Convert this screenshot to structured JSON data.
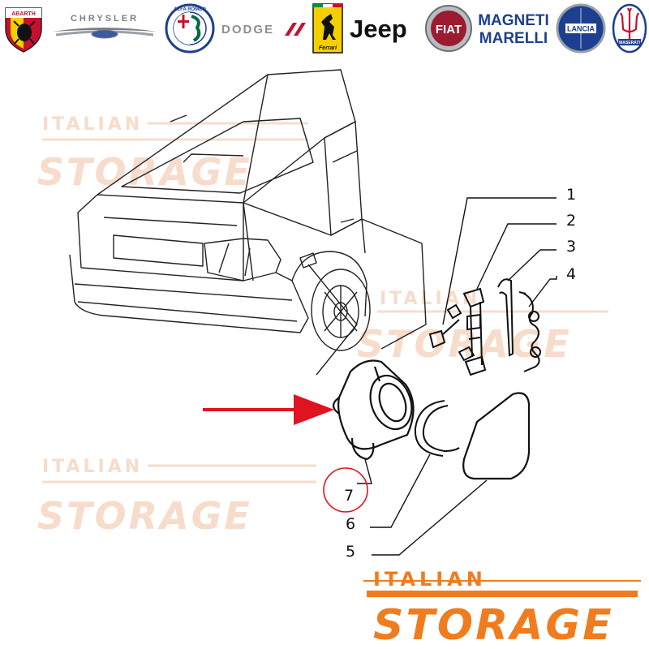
{
  "brands": [
    {
      "name": "abarth-logo",
      "label": "ABARTH",
      "color": "#c8102e"
    },
    {
      "name": "chrysler-logo",
      "label": "CHRYSLER",
      "color": "#7a7f86"
    },
    {
      "name": "alfa-romeo-logo",
      "label": "ALFA ROMEO",
      "color": "#006b3f"
    },
    {
      "name": "dodge-logo",
      "label": "DODGE",
      "color": "#8a8f96"
    },
    {
      "name": "ferrari-logo",
      "label": "Ferrari",
      "color": "#f5d000"
    },
    {
      "name": "jeep-logo",
      "label": "Jeep",
      "color": "#111111"
    },
    {
      "name": "fiat-logo",
      "label": "FIAT",
      "color": "#9b1b30"
    },
    {
      "name": "magneti-marelli-logo",
      "label_line1": "MAGNETI",
      "label_line2": "MARELLI",
      "color": "#1d3f8f"
    },
    {
      "name": "lancia-logo",
      "label": "LANCIA",
      "color": "#1d3f8f"
    },
    {
      "name": "maserati-logo",
      "label": "MASERATI",
      "color": "#1d3f8f"
    }
  ],
  "watermark": {
    "line1": "ITALIAN",
    "line2": "STORAGE",
    "color": "#f7dccb"
  },
  "store_logo": {
    "line1": "ITALIAN",
    "line2": "STORAGE",
    "color": "#f07c1e"
  },
  "callouts": [
    "1",
    "2",
    "3",
    "4",
    "5",
    "6",
    "7"
  ],
  "highlight": {
    "part": "7",
    "arrow_color": "#e0141e",
    "circle_color": "#e0141e"
  }
}
